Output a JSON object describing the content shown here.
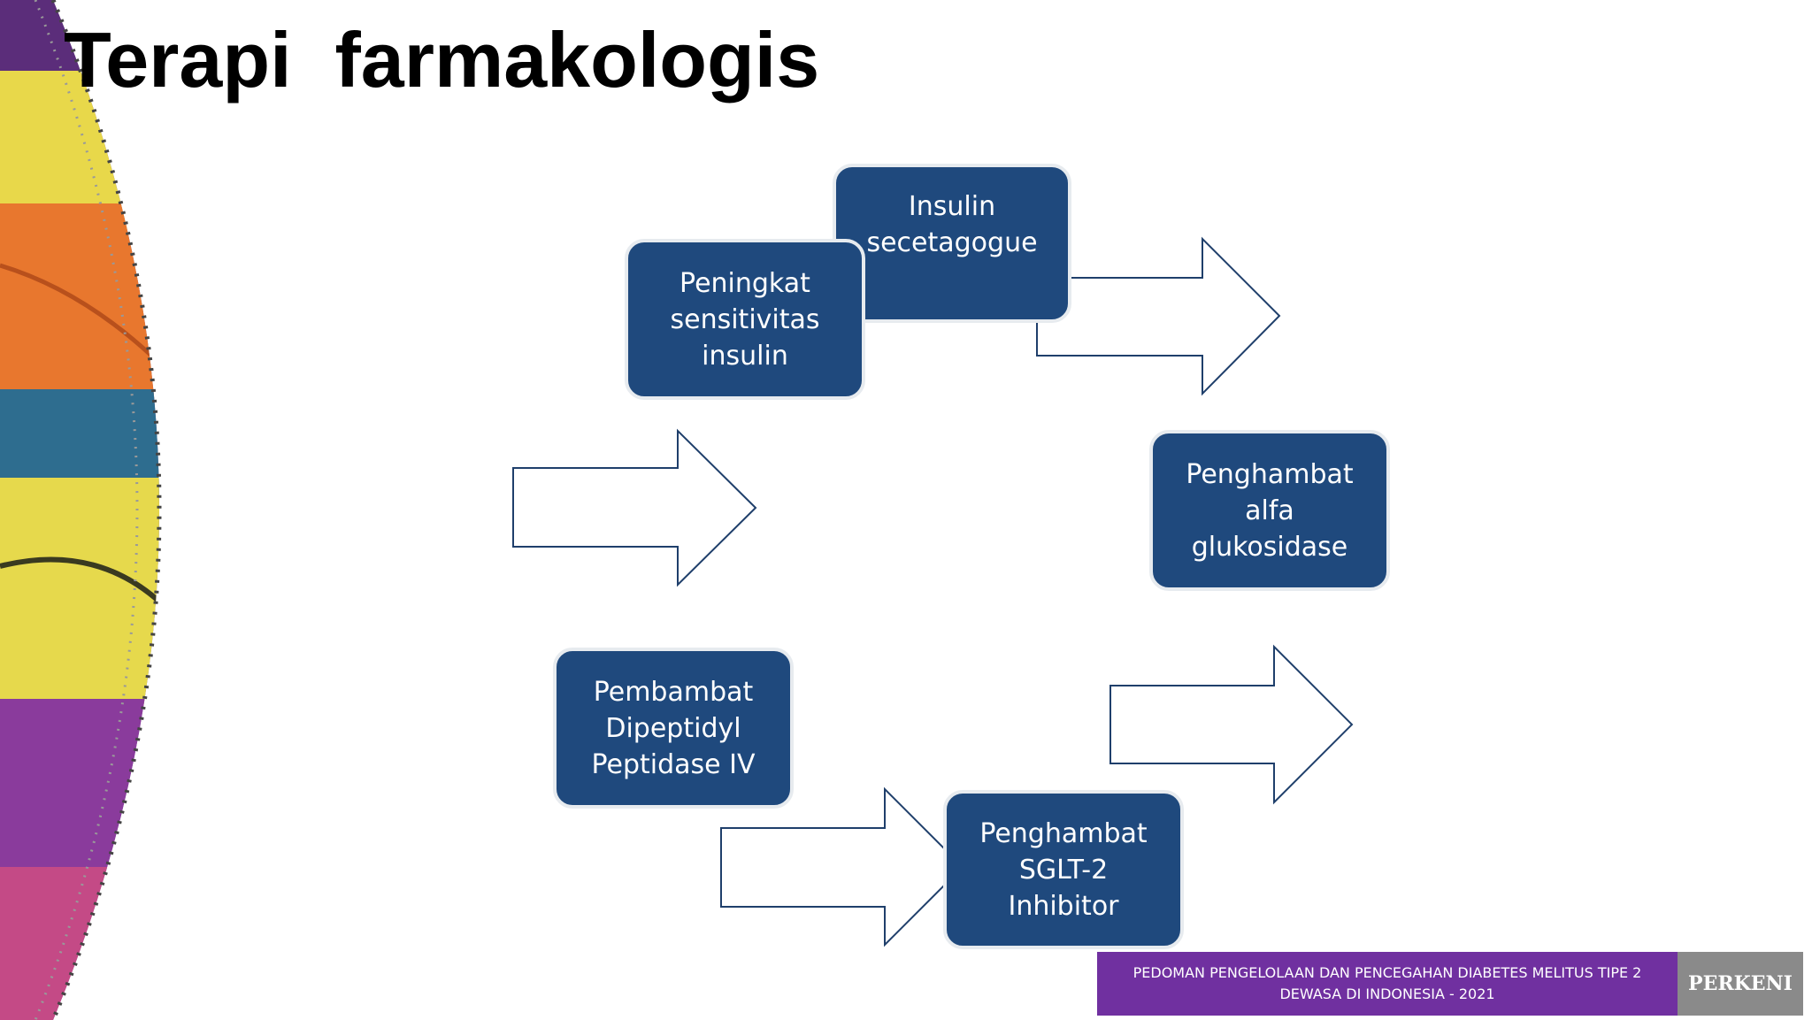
{
  "title": "Terapi  farmakologis",
  "boxes": {
    "insulin_secretagogue": [
      "Insulin",
      "secetagogue"
    ],
    "insulin_sensitizer": [
      "Peningkat",
      "sensitivitas",
      "insulin"
    ],
    "alpha_glucosidase": [
      "Penghambat",
      "alfa",
      "glukosidase"
    ],
    "dpp4": [
      "Pembambat",
      "Dipeptidyl",
      "Peptidase IV"
    ],
    "sglt2": [
      "Penghambat",
      "SGLT-2",
      "Inhibitor"
    ]
  },
  "footer": {
    "line1": "PEDOMAN PENGELOLAAN DAN PENCEGAHAN DIABETES MELITUS TIPE 2",
    "line2": "DEWASA DI INDONESIA - 2021",
    "logo_text": "PERKENI"
  },
  "colors": {
    "box_fill": "#1f497d",
    "arrow_stroke": "#1f3f6b",
    "footer_purple": "#7030a0",
    "footer_gray": "#8a8a8a"
  }
}
